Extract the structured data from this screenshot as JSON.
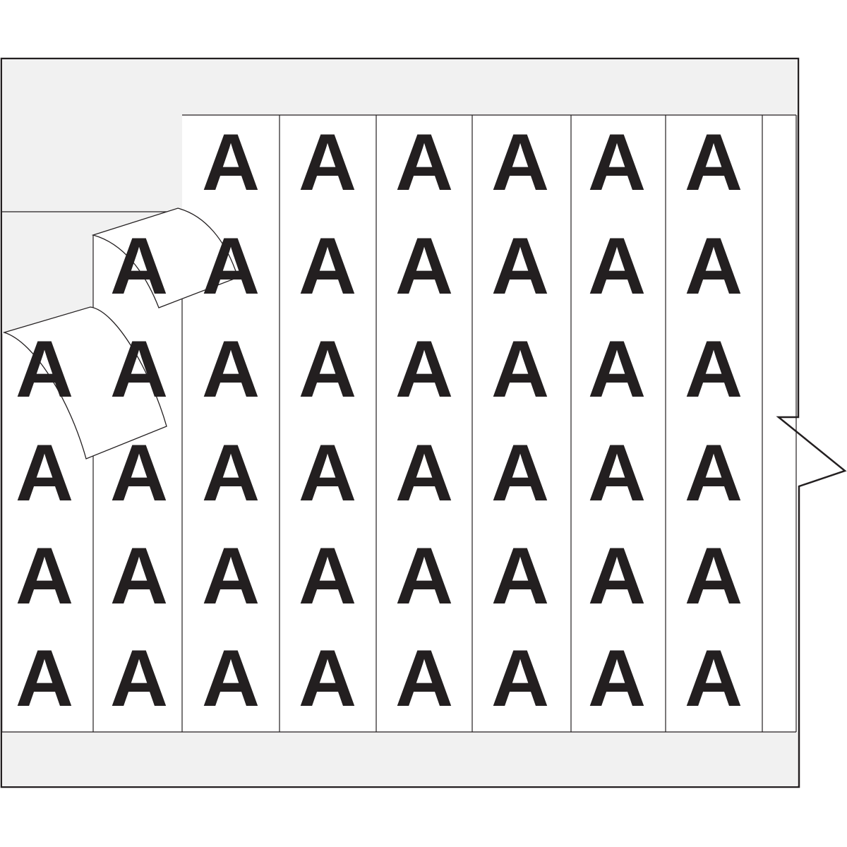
{
  "sheet": {
    "label_character": "A",
    "columns": 8,
    "rows": 6,
    "removed_labels": [
      [
        0,
        0
      ],
      [
        0,
        1
      ],
      [
        1,
        0
      ]
    ],
    "peeling_labels": [
      [
        0,
        2
      ],
      [
        1,
        1
      ]
    ],
    "colors": {
      "liner": "#f1f1f1",
      "label": "#ffffff",
      "ink": "#231f20",
      "outline": "#231f20"
    }
  }
}
